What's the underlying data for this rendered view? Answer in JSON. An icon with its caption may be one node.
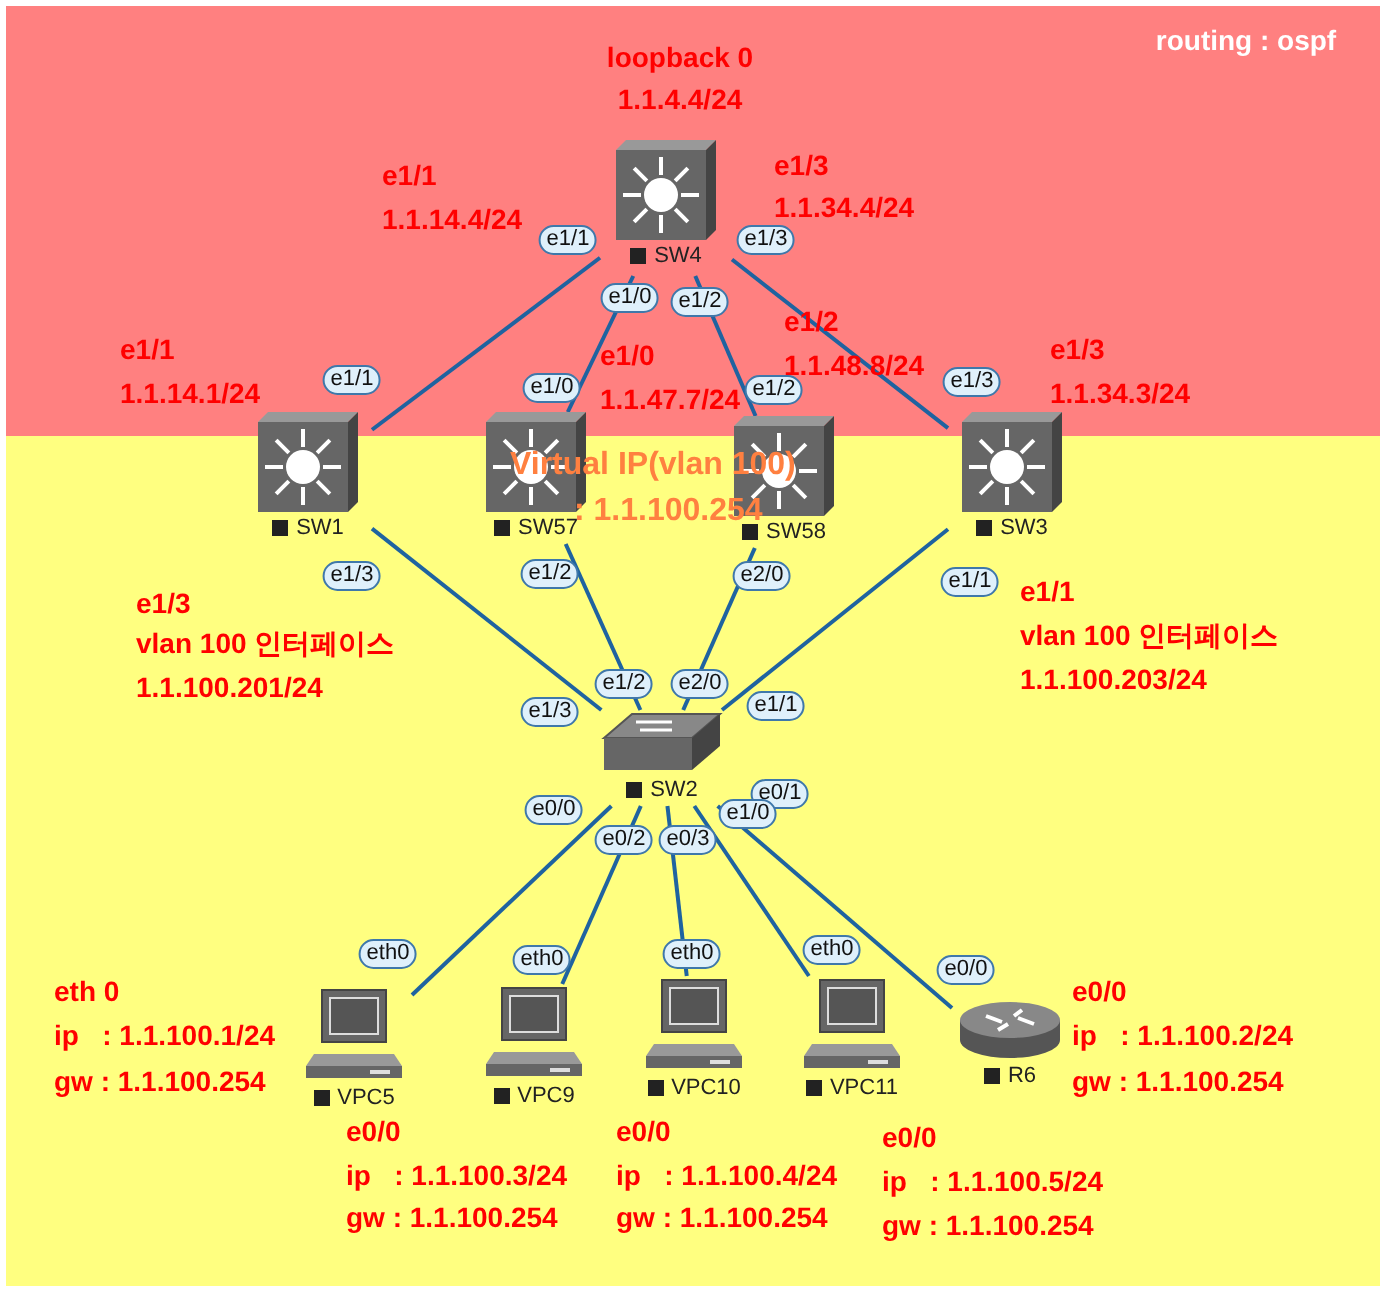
{
  "diagram": {
    "nodes": [
      {
        "text": [
          "SW4"
        ]
      },
      {
        "text": [
          "SW1"
        ]
      },
      {
        "text": [
          "SW57"
        ]
      },
      {
        "text": [
          "SW58"
        ]
      },
      {
        "text": [
          "SW3"
        ]
      },
      {
        "text": [
          "SW2"
        ]
      },
      {
        "text": [
          "VPC5"
        ]
      },
      {
        "text": [
          "VPC9"
        ]
      },
      {
        "text": [
          "VPC10"
        ]
      },
      {
        "text": [
          "VPC11"
        ]
      },
      {
        "text": [
          "R6"
        ]
      }
    ],
    "edges": [
      {
        "from": 0,
        "to": 1,
        "arrow": "none"
      },
      {
        "from": 0,
        "to": 2,
        "arrow": "none"
      },
      {
        "from": 0,
        "to": 3,
        "arrow": "none"
      },
      {
        "from": 0,
        "to": 4,
        "arrow": "none"
      },
      {
        "from": 1,
        "to": 5,
        "arrow": "none"
      },
      {
        "from": 2,
        "to": 5,
        "arrow": "none"
      },
      {
        "from": 3,
        "to": 5,
        "arrow": "none"
      },
      {
        "from": 4,
        "to": 5,
        "arrow": "none"
      },
      {
        "from": 5,
        "to": 6,
        "arrow": "none"
      },
      {
        "from": 5,
        "to": 7,
        "arrow": "none"
      },
      {
        "from": 5,
        "to": 8,
        "arrow": "none"
      },
      {
        "from": 5,
        "to": 9,
        "arrow": "none"
      },
      {
        "from": 5,
        "to": 10,
        "arrow": "none"
      }
    ],
    "labels": [
      "routing : ospf",
      "loopback 0",
      "1.1.4.4/24",
      "e1/1",
      "1.1.14.4/24",
      "e1/3",
      "1.1.34.4/24",
      "e1/1",
      "e1/3",
      "e1/0",
      "e1/2",
      "e1/0",
      "1.1.47.7/24",
      "e1/2",
      "1.1.48.8/24",
      "e1/1",
      "1.1.14.1/24",
      "e1/3",
      "1.1.34.3/24",
      "e1/1",
      "e1/0",
      "e1/2",
      "e1/3",
      "Virtual IP(vlan 100)",
      ": 1.1.100.254",
      "e1/3",
      "e1/2",
      "e2/0",
      "e1/1",
      "e1/3",
      "e1/1",
      "vlan 100 인터페이스",
      "vlan 100 인터페이스",
      "1.1.100.201/24",
      "e1/2",
      "e2/0",
      "1.1.100.203/24",
      "e1/3",
      "e1/1",
      "e0/0",
      "e0/1",
      "e0/2",
      "e0/3",
      "e1/0",
      "eth0",
      "eth0",
      "eth0",
      "eth0",
      "e0/0",
      "eth 0",
      "ip   : 1.1.100.1/24",
      "gw : 1.1.100.254",
      "e0/0",
      "ip   : 1.1.100.2/24",
      "gw : 1.1.100.254",
      "e0/0",
      "ip   : 1.1.100.3/24",
      "gw : 1.1.100.254",
      "e0/0",
      "ip   : 1.1.100.4/24",
      "gw : 1.1.100.254",
      "e0/0",
      "ip   : 1.1.100.5/24",
      "gw : 1.1.100.254"
    ]
  }
}
